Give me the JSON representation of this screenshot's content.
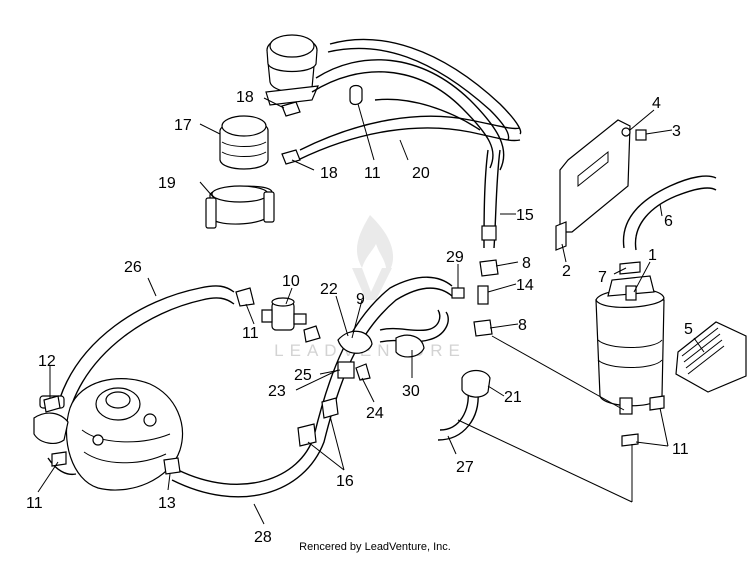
{
  "watermark": {
    "text": "LEADVENTURE",
    "logo": "flame-logo"
  },
  "credit": "Rencered by LeadVenture, Inc.",
  "callouts": [
    {
      "id": "1",
      "label": "1"
    },
    {
      "id": "2",
      "label": "2"
    },
    {
      "id": "3",
      "label": "3"
    },
    {
      "id": "4",
      "label": "4"
    },
    {
      "id": "5",
      "label": "5"
    },
    {
      "id": "6",
      "label": "6"
    },
    {
      "id": "7",
      "label": "7"
    },
    {
      "id": "8a",
      "label": "8"
    },
    {
      "id": "8b",
      "label": "8"
    },
    {
      "id": "9",
      "label": "9"
    },
    {
      "id": "10",
      "label": "10"
    },
    {
      "id": "11a",
      "label": "11"
    },
    {
      "id": "11b",
      "label": "11"
    },
    {
      "id": "11c",
      "label": "11"
    },
    {
      "id": "11d",
      "label": "11"
    },
    {
      "id": "12",
      "label": "12"
    },
    {
      "id": "13",
      "label": "13"
    },
    {
      "id": "14",
      "label": "14"
    },
    {
      "id": "15",
      "label": "15"
    },
    {
      "id": "16",
      "label": "16"
    },
    {
      "id": "17",
      "label": "17"
    },
    {
      "id": "18a",
      "label": "18"
    },
    {
      "id": "18b",
      "label": "18"
    },
    {
      "id": "19",
      "label": "19"
    },
    {
      "id": "20",
      "label": "20"
    },
    {
      "id": "21",
      "label": "21"
    },
    {
      "id": "22",
      "label": "22"
    },
    {
      "id": "23",
      "label": "23"
    },
    {
      "id": "24",
      "label": "24"
    },
    {
      "id": "25",
      "label": "25"
    },
    {
      "id": "26",
      "label": "26"
    },
    {
      "id": "27",
      "label": "27"
    },
    {
      "id": "28",
      "label": "28"
    },
    {
      "id": "29",
      "label": "29"
    },
    {
      "id": "30",
      "label": "30"
    }
  ]
}
